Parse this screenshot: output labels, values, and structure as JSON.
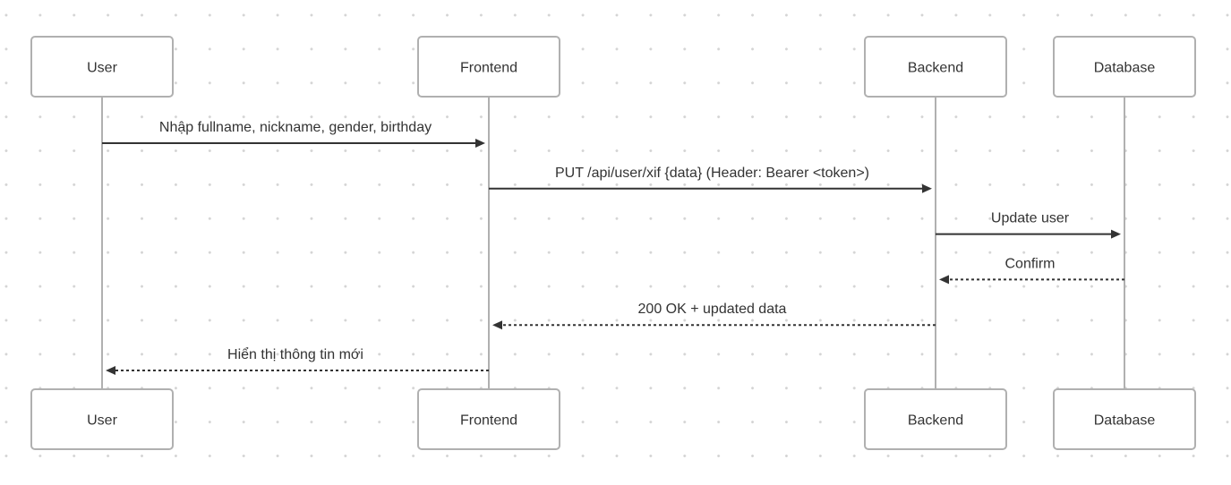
{
  "participants": [
    {
      "id": "user",
      "label": "User"
    },
    {
      "id": "frontend",
      "label": "Frontend"
    },
    {
      "id": "backend",
      "label": "Backend"
    },
    {
      "id": "database",
      "label": "Database"
    }
  ],
  "messages": [
    {
      "from": "user",
      "to": "frontend",
      "text": "Nhập fullname, nickname, gender, birthday",
      "style": "solid"
    },
    {
      "from": "frontend",
      "to": "backend",
      "text": "PUT /api/user/xif {data} (Header: Bearer <token>)",
      "style": "solid"
    },
    {
      "from": "backend",
      "to": "database",
      "text": "Update user",
      "style": "solid"
    },
    {
      "from": "database",
      "to": "backend",
      "text": "Confirm",
      "style": "dashed"
    },
    {
      "from": "backend",
      "to": "frontend",
      "text": "200 OK + updated data",
      "style": "dashed"
    },
    {
      "from": "frontend",
      "to": "user",
      "text": "Hiển thị thông tin mới",
      "style": "dashed"
    }
  ]
}
